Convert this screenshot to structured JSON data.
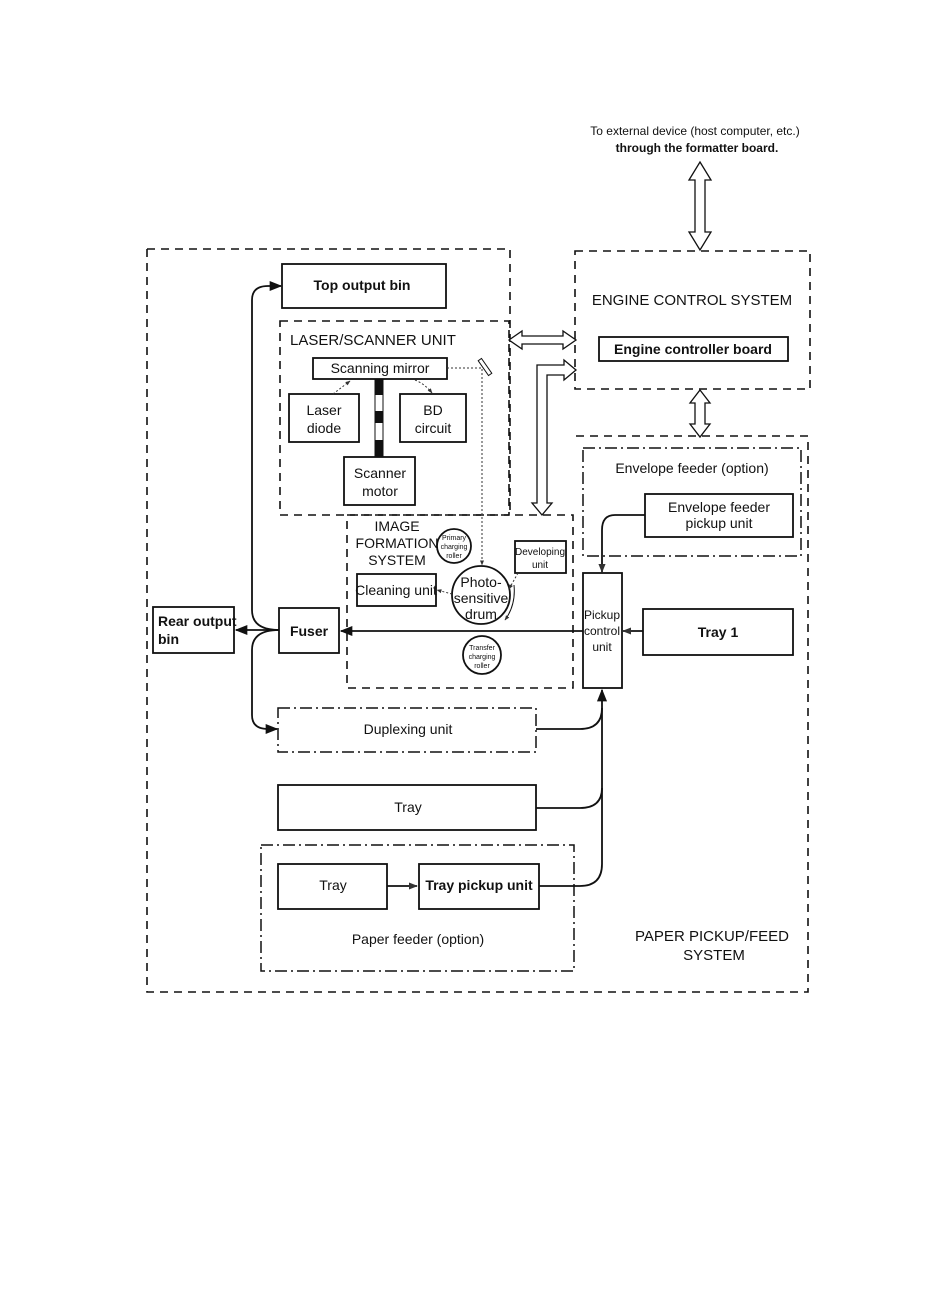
{
  "header": {
    "external_line1": "To external device (host computer, etc.)",
    "external_line2": "through the formatter board."
  },
  "systems": {
    "engine_control": "ENGINE CONTROL SYSTEM",
    "laser_scanner": "LASER/SCANNER UNIT",
    "image_formation": [
      "IMAGE",
      "FORMATION",
      "SYSTEM"
    ],
    "paper_pickup": [
      "PAPER PICKUP/FEED",
      "SYSTEM"
    ]
  },
  "blocks": {
    "top_output_bin": "Top output  bin",
    "engine_controller_board": "Engine controller board",
    "scanning_mirror": "Scanning mirror",
    "laser_diode": [
      "Laser",
      "diode"
    ],
    "bd_circuit": [
      "BD",
      "circuit"
    ],
    "scanner_motor": [
      "Scanner",
      "motor"
    ],
    "envelope_feeder_option": "Envelope feeder (option)",
    "envelope_feeder_pickup": [
      "Envelope feeder",
      "pickup unit"
    ],
    "primary_charging_roller": [
      "Primary",
      "charging",
      "roller"
    ],
    "developing_unit": [
      "Developing",
      "unit"
    ],
    "cleaning_unit": "Cleaning unit",
    "photosensitive_drum": [
      "Photo-",
      "sensitive",
      "drum"
    ],
    "transfer_charging_roller": [
      "Transfer",
      "charging",
      "roller"
    ],
    "rear_output_bin": [
      "Rear output",
      "bin"
    ],
    "fuser": "Fuser",
    "pickup_control_unit": [
      "Pickup",
      "control",
      "unit"
    ],
    "tray1": "Tray 1",
    "duplexing_unit": "Duplexing unit",
    "tray": "Tray",
    "feeder_tray": "Tray",
    "tray_pickup_unit": "Tray pickup unit",
    "paper_feeder_option": "Paper feeder (option)"
  }
}
